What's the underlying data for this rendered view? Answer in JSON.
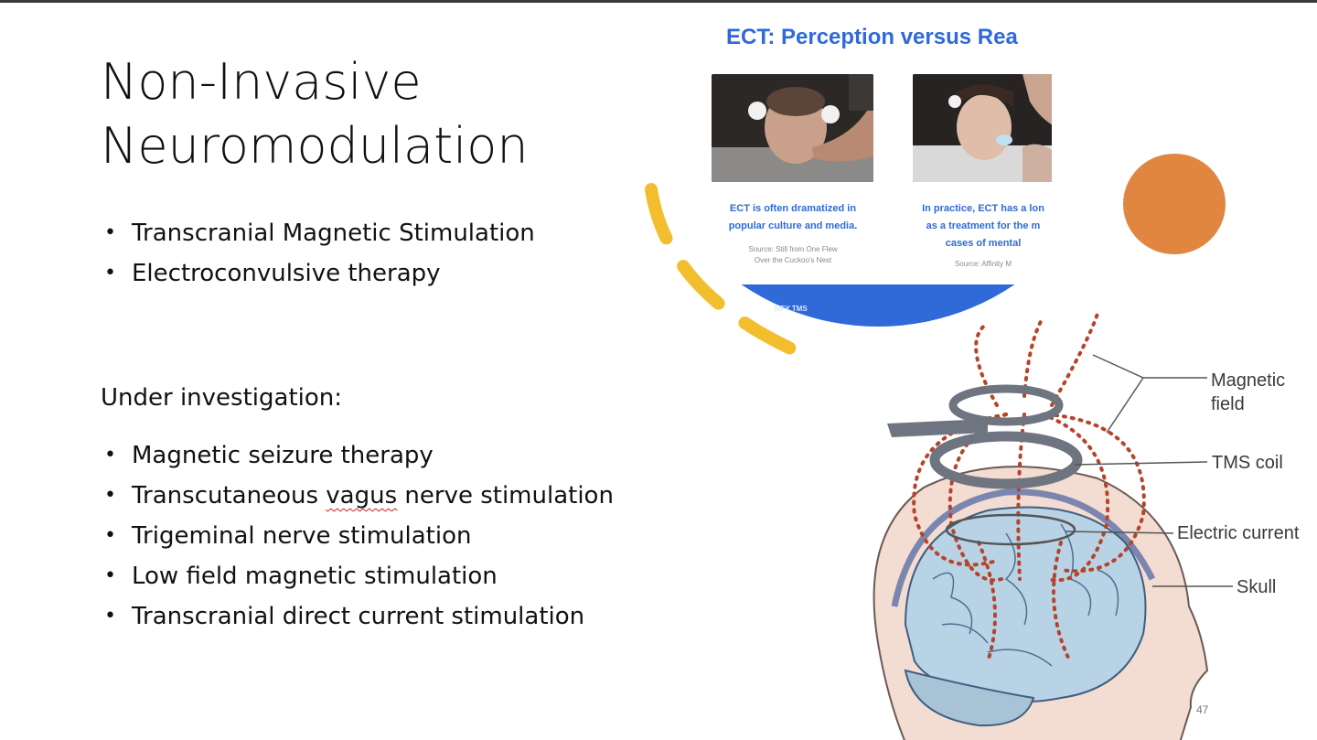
{
  "slide": {
    "title_line1": "Non-Invasive",
    "title_line2": "Neuromodulation",
    "bullets_primary": [
      "Transcranial Magnetic Stimulation",
      "Electroconvulsive therapy"
    ],
    "under_heading": "Under investigation:",
    "bullets_investigation": {
      "item1": "Magnetic seizure therapy",
      "item2_prefix": "Transcutaneous ",
      "item2_flagged": "vagus",
      "item2_suffix": " nerve stimulation",
      "item3": "Trigeminal nerve stimulation",
      "item4": "Low field magnetic stimulation",
      "item5": "Transcranial direct current stimulation"
    },
    "page_number": "47"
  },
  "ect_image": {
    "title": "ECT: Perception versus Rea",
    "caption_left_line1": "ECT is often dramatized in",
    "caption_left_line2": "popular culture and media.",
    "source_left_line1": "Source: Still from One Flew",
    "source_left_line2": "Over the Cuckoo's Nest",
    "caption_right_line1": "In practice, ECT has a lon",
    "caption_right_line2": "as a treatment for the m",
    "caption_right_line3": "cases of mental",
    "source_right": "Source: Affinity M",
    "band_label": "SIFY TMS"
  },
  "diagram": {
    "label_magnetic_1": "Magnetic",
    "label_magnetic_2": "field",
    "label_coil": "TMS coil",
    "label_current": "Electric current",
    "label_skull": "Skull"
  },
  "colors": {
    "ect_blue": "#2f6ad8",
    "accent_orange": "#e08641",
    "dash_yellow": "#f2be2e",
    "field_dots": "#b5442a",
    "brain_blue": "#b9d3e6",
    "skin": "#f3dcd2"
  }
}
